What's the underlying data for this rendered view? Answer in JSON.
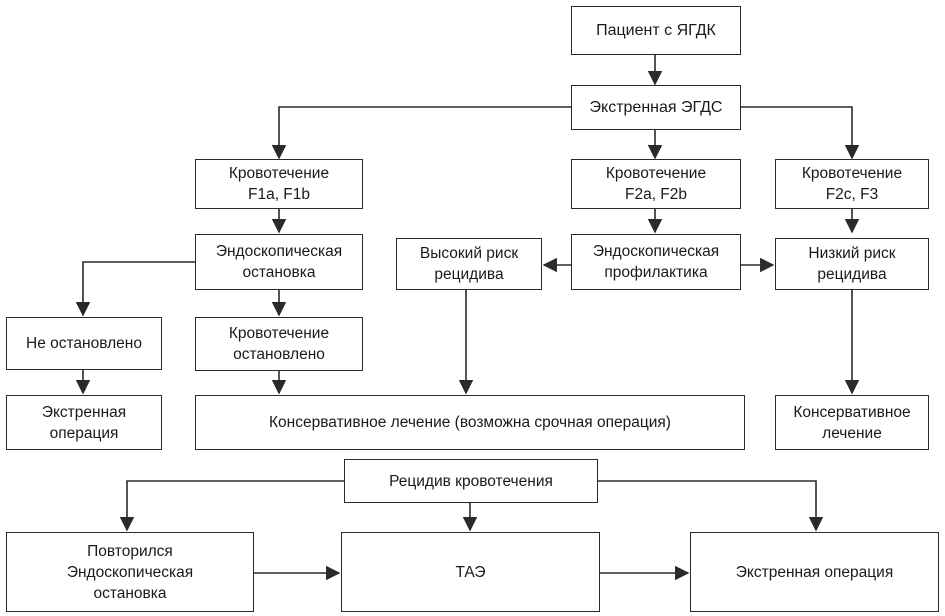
{
  "nodes": {
    "patient": "Пациент с ЯГДК",
    "egds": "Экстренная ЭГДС",
    "bleed_f1": "Кровотечение\nF1a, F1b",
    "bleed_f2": "Кровотечение\nF2a, F2b",
    "bleed_f3": "Кровотечение\nF2c, F3",
    "endo_stop": "Эндоскопическая\nостановка",
    "high_risk": "Высокий риск\nрецидива",
    "endo_prof": "Эндоскопическая\nпрофилактика",
    "low_risk": "Низкий риск\nрецидива",
    "not_stopped": "Не остановлено",
    "stopped": "Кровотечение\nостановлено",
    "emerg_op_1": "Экстренная\nоперация",
    "conservative_main": "Консервативное лечение (возможна срочная операция)",
    "conservative_right": "Консервативное\nлечение",
    "relapse": "Рецидив кровотечения",
    "repeat_endo": "Повторился\nЭндоскопическая\nостановка",
    "tae": "ТАЭ",
    "emerg_op_2": "Экстренная операция"
  },
  "colors": {
    "line": "#2a2a2a",
    "border": "#2a2a2a",
    "text": "#1a1a1a",
    "background": "#ffffff"
  }
}
